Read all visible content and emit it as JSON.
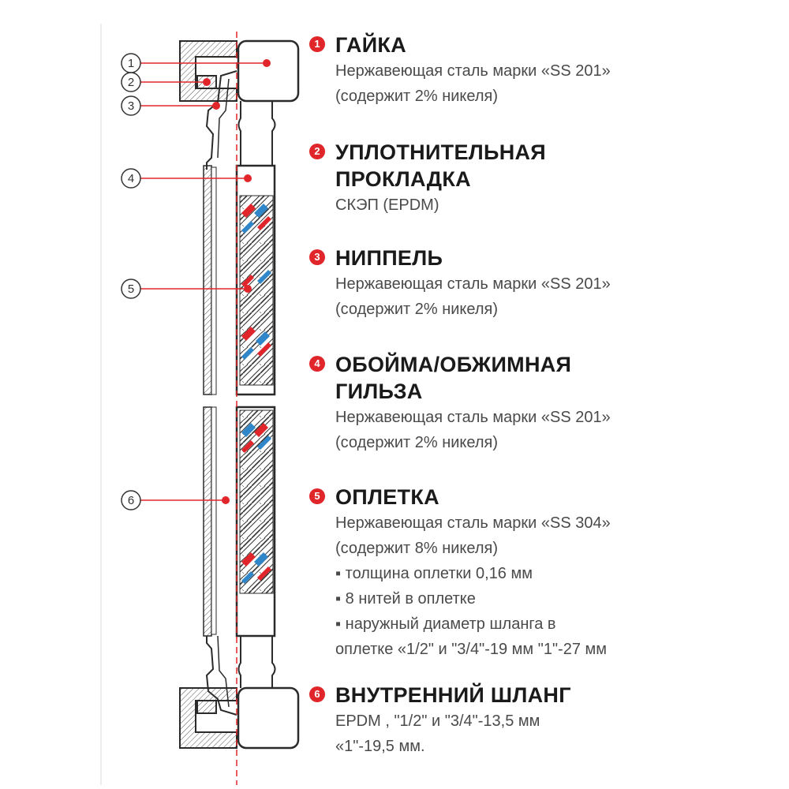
{
  "callouts": [
    "1",
    "2",
    "3",
    "4",
    "5",
    "6"
  ],
  "items": [
    {
      "num": "1",
      "title": "ГАЙКА",
      "lines": [
        "Нержавеющая сталь марки «SS 201»",
        "(содержит 2% никеля)"
      ]
    },
    {
      "num": "2",
      "title": "УПЛОТНИТЕЛЬНАЯ",
      "title2": "ПРОКЛАДКА",
      "lines": [
        "СКЭП (EPDM)"
      ]
    },
    {
      "num": "3",
      "title": "НИППЕЛЬ",
      "lines": [
        "Нержавеющая сталь марки «SS 201»",
        "(содержит 2% никеля)"
      ]
    },
    {
      "num": "4",
      "title": "ОБОЙМА/ОБЖИМНАЯ",
      "title2": "ГИЛЬЗА",
      "lines": [
        "Нержавеющая сталь марки «SS 201»",
        "(содержит 2% никеля)"
      ]
    },
    {
      "num": "5",
      "title": "ОПЛЕТКА",
      "lines": [
        "Нержавеющая сталь марки «SS 304»",
        "(содержит 8% никеля)",
        "▪ толщина оплетки  0,16 мм",
        "▪ 8 нитей в оплетке",
        "▪ наружный диаметр шланга в",
        "оплетке «1/2\" и \"3/4\"-19 мм \"1\"-27 мм"
      ]
    },
    {
      "num": "6",
      "title": "ВНУТРЕННИЙ ШЛАНГ",
      "lines": [
        "EPDM , \"1/2\" и \"3/4\"-13,5 мм",
        "«1\"-19,5 мм."
      ]
    }
  ],
  "colors": {
    "accent": "#e0262b",
    "blue": "#2f86c8",
    "outline": "#2b2b2b",
    "hatch": "#555555"
  }
}
